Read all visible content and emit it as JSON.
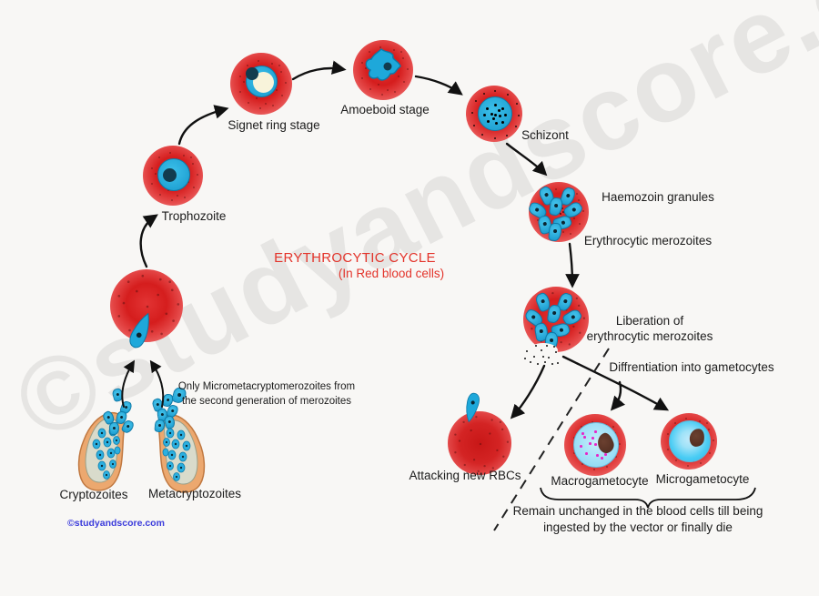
{
  "title": {
    "line1": "ERYTHROCYTIC CYCLE",
    "line2": "(In Red blood cells)"
  },
  "labels": {
    "signet_ring": "Signet ring stage",
    "amoeboid": "Amoeboid stage",
    "schizont": "Schizont",
    "trophozoite": "Trophozoite",
    "haemozoin_granules": "Haemozoin granules",
    "erythrocytic_merozoites": "Erythrocytic merozoites",
    "liberation_line1": "Liberation of",
    "liberation_line2": "erythrocytic merozoites",
    "differentiation": "Diffrentiation into gametocytes",
    "attacking_rbcs": "Attacking new RBCs",
    "macrogametocyte": "Macrogametocyte",
    "microgametocyte": "Microgametocyte",
    "remain_line1": "Remain unchanged in the blood cells till being",
    "remain_line2": "ingested by the vector or finally die",
    "cryptozoites": "Cryptozoites",
    "metacryptozoites": "Metacryptozoites",
    "note_line1": "Only  Micrometacryptomerozoites from",
    "note_line2": "the second generation of merozoites"
  },
  "footer": {
    "copyright": "©studyandscore.com"
  },
  "watermark": {
    "text": "©studyandscore.com"
  },
  "colors": {
    "title_red": "#e3342b",
    "rbc_red": "#d51d1d",
    "rbc_rim_pink": "#ef6e6e",
    "parasite_blue": "#1ea8da",
    "nucleus_dark": "#123c4e",
    "gametocyte_brown": "#5b3326",
    "macro_dots_magenta": "#e627c9",
    "liver_tan": "#eca86f",
    "liver_sac_gray": "#d9dbcb",
    "copyright_blue": "#3b3bdb",
    "background": "#f8f7f5"
  }
}
